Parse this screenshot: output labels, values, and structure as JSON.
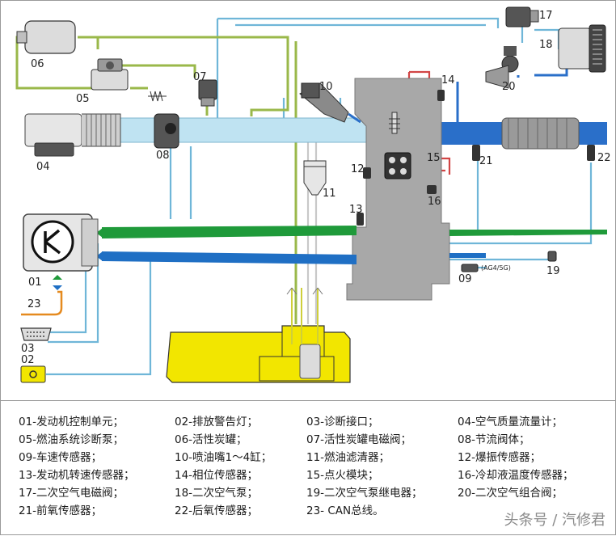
{
  "diagram": {
    "labels": {
      "l01": "01",
      "l02": "02",
      "l03": "03",
      "l04": "04",
      "l05": "05",
      "l06": "06",
      "l07": "07",
      "l08": "08",
      "l09": "09",
      "l10": "10",
      "l11": "11",
      "l12": "12",
      "l13": "13",
      "l14": "14",
      "l15": "15",
      "l16": "16",
      "l17": "17",
      "l18": "18",
      "l19": "19",
      "l20": "20",
      "l21": "21",
      "l22": "22",
      "l23": "23"
    },
    "speed_sensor_tag": "(AG4/5G)",
    "colors": {
      "air_duct": "#bfe3f2",
      "exhaust": "#2a6fc9",
      "engine": "#a8a8a8",
      "tank": "#f2e600",
      "vapor_line": "#9ab84a",
      "bus_green": "#1f9a3a",
      "bus_blue": "#1f6fc4",
      "wire_blue": "#6fb6d8",
      "can_orange": "#e58a1f"
    }
  },
  "legend": {
    "row1": [
      "01-发动机控制单元；",
      "02-排放警告灯；",
      "03-诊断接口；",
      "04-空气质量流量计；"
    ],
    "row2": [
      "05-燃油系统诊断泵；",
      "06-活性炭罐；",
      "07-活性炭罐电磁阀；",
      "08-节流阀体；"
    ],
    "row3": [
      "09-车速传感器；",
      "10-喷油嘴1～4缸；",
      "11-燃油滤清器；",
      "12-爆振传感器；"
    ],
    "row4": [
      "13-发动机转速传感器；",
      "14-相位传感器；",
      "15-点火模块；",
      "16-冷却液温度传感器；"
    ],
    "row5": [
      "17-二次空气电磁阀；",
      "18-二次空气泵；",
      "19-二次空气泵继电器；",
      "20-二次空气组合阀；"
    ],
    "row6": [
      "21-前氧传感器；",
      "22-后氧传感器；",
      "23- CAN总线。"
    ]
  },
  "watermark": "头条号 / 汽修君"
}
